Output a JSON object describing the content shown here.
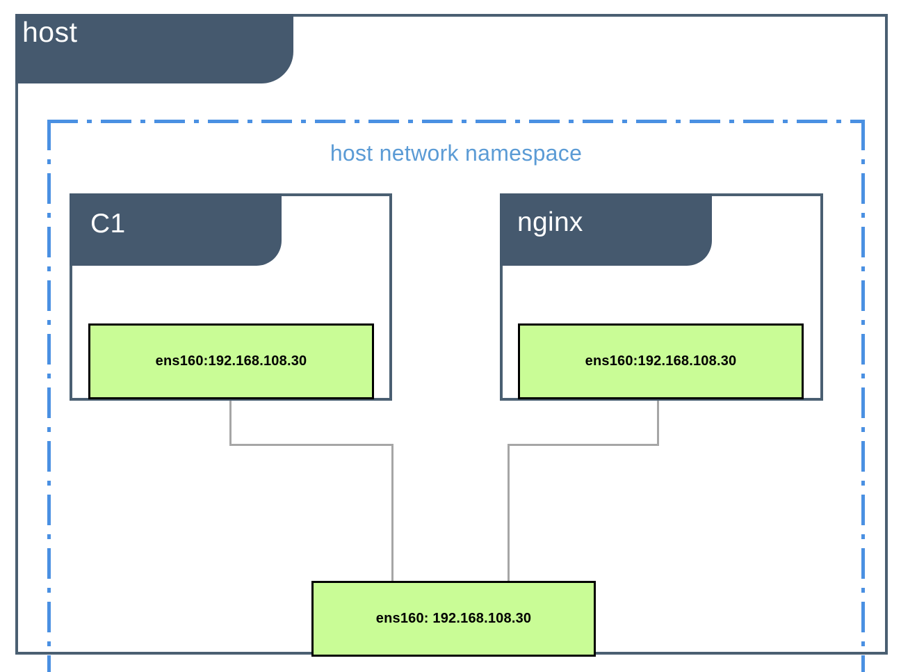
{
  "diagram": {
    "title": "host",
    "namespace_label": "host network namespace",
    "containers": [
      {
        "name": "C1",
        "interface": "ens160:192.168.108.30"
      },
      {
        "name": "nginx",
        "interface": "ens160:192.168.108.30"
      }
    ],
    "host_interface": "ens160: 192.168.108.30"
  },
  "colors": {
    "header_fill": "#45596e",
    "border": "#4a5f72",
    "namespace_blue": "#4a90e2",
    "namespace_text": "#5b9bd5",
    "interface_green": "#c9fc96",
    "connector_gray": "#a6a6a6",
    "background": "#ffffff"
  }
}
